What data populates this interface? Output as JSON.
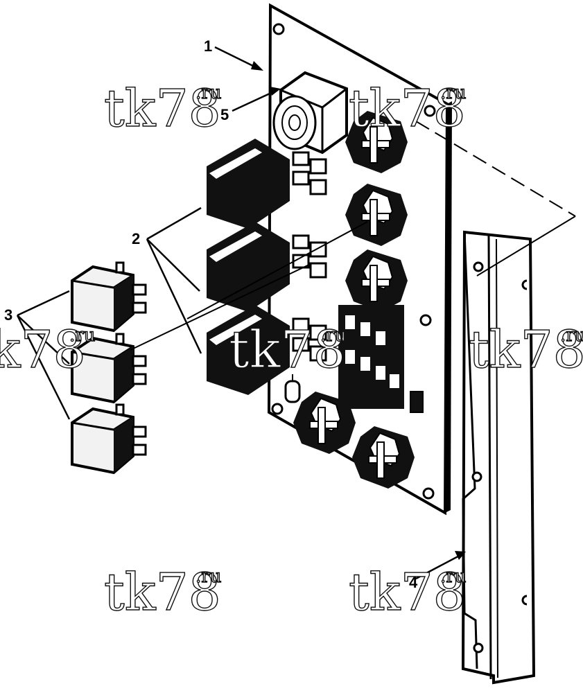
{
  "callouts": {
    "board": "1",
    "plug_in_relays": "2",
    "cube_relays": "3",
    "mounting_bracket": "4",
    "alarm_buzzer": "5"
  },
  "watermark": {
    "main": "tk78",
    "suffix": ".ru"
  },
  "colors": {
    "ink": "#000000",
    "paper": "#ffffff",
    "relay_fill": "#f2f2f2"
  }
}
